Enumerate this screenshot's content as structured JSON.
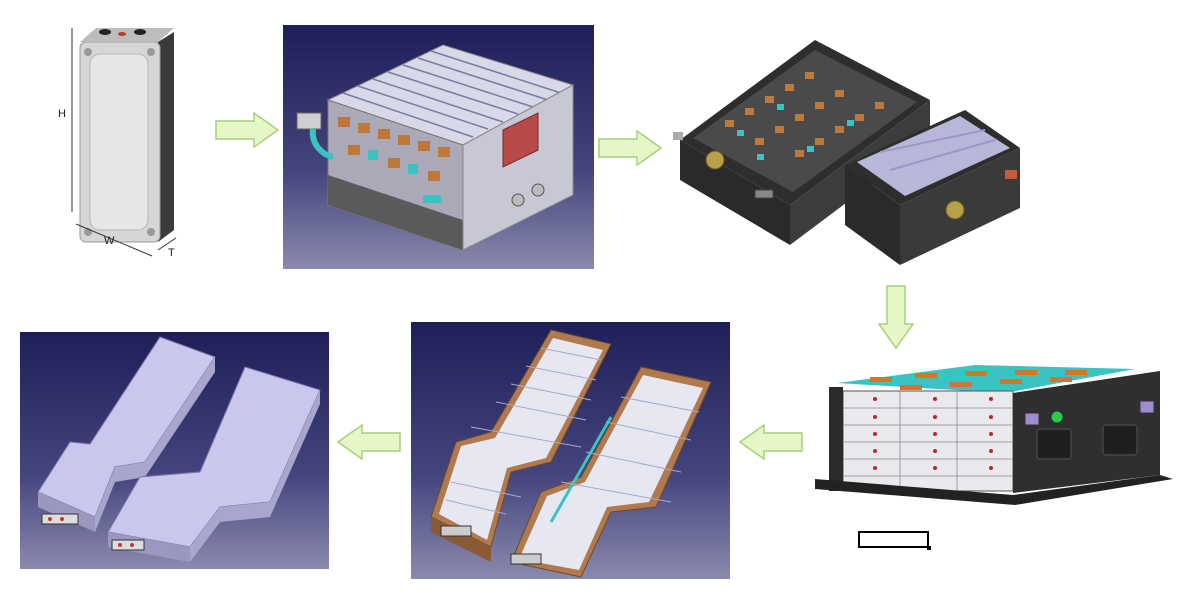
{
  "cell": {
    "dim_h": "H",
    "dim_w": "W",
    "dim_t": "T"
  },
  "colors": {
    "cad_bg_top": "#1e1e58",
    "cad_bg_bottom": "#8a8aae",
    "arrow_fill": "#e6f7c7",
    "arrow_stroke": "#a6cf7a",
    "tray_lid": "#c9c7ec",
    "module_frame": "#b07a4e",
    "enclosure": "#3a3a3a",
    "cooling_plate": "#39c3c3"
  },
  "steps": [
    "cell",
    "module",
    "pack-pair",
    "pack-assembled",
    "tray-open",
    "tray-closed"
  ]
}
